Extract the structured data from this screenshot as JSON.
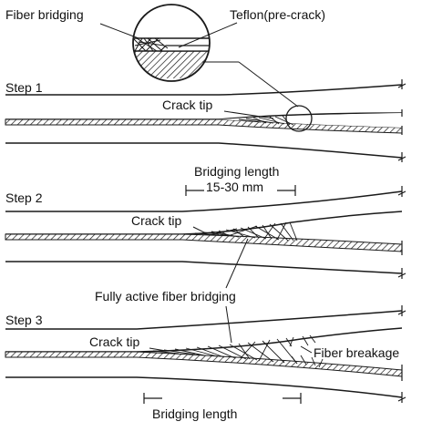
{
  "labels": {
    "fiber_bridging": "Fiber bridging",
    "teflon": "Teflon(pre-crack)",
    "step1": "Step 1",
    "crack_tip_1": "Crack tip",
    "bridging_length_top": "Bridging length",
    "bridging_range": "15-30 mm",
    "step2": "Step 2",
    "crack_tip_2": "Crack tip",
    "fully_active": "Fully active fiber bridging",
    "step3": "Step 3",
    "crack_tip_3": "Crack tip",
    "fiber_breakage": "Fiber breakage",
    "bridging_length_bottom": "Bridging length"
  },
  "colors": {
    "ink": "#1a1a1a",
    "background": "#ffffff"
  }
}
